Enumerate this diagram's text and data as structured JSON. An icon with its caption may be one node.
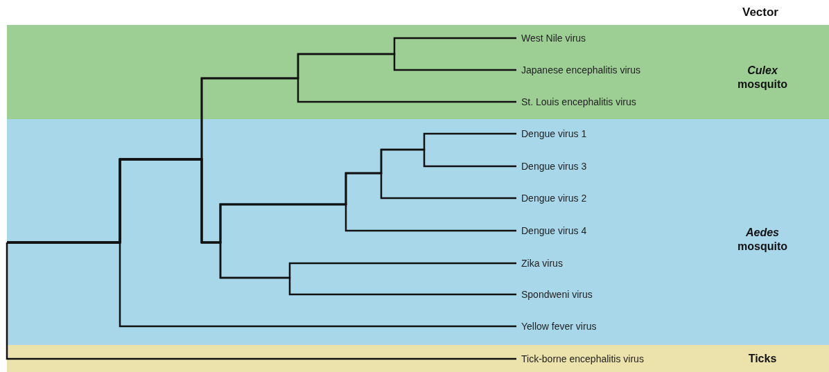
{
  "diagram": {
    "nodes": [
      {
        "text": [
          "West Nile virus"
        ]
      },
      {
        "text": [
          "Japanese encephalitis virus"
        ]
      },
      {
        "text": [
          "St. Louis encephalitis virus"
        ]
      },
      {
        "text": [
          "Dengue virus 1"
        ]
      },
      {
        "text": [
          "Dengue virus 3"
        ]
      },
      {
        "text": [
          "Dengue virus 2"
        ]
      },
      {
        "text": [
          "Dengue virus 4"
        ]
      },
      {
        "text": [
          "Zika virus"
        ]
      },
      {
        "text": [
          "Spondweni virus"
        ]
      },
      {
        "text": [
          "Yellow fever virus"
        ]
      },
      {
        "text": [
          "Tick-borne encephalitis virus"
        ]
      }
    ],
    "edges": [
      {
        "from": null,
        "to": 0,
        "arrow": "none"
      },
      {
        "from": null,
        "to": 1,
        "arrow": "none"
      },
      {
        "from": null,
        "to": 2,
        "arrow": "none"
      },
      {
        "from": null,
        "to": 3,
        "arrow": "none"
      },
      {
        "from": null,
        "to": 4,
        "arrow": "none"
      },
      {
        "from": null,
        "to": 5,
        "arrow": "none"
      },
      {
        "from": null,
        "to": 6,
        "arrow": "none"
      },
      {
        "from": null,
        "to": 7,
        "arrow": "none"
      },
      {
        "from": null,
        "to": 8,
        "arrow": "none"
      },
      {
        "from": null,
        "to": 9,
        "arrow": "none"
      },
      {
        "from": null,
        "to": 10,
        "arrow": "none"
      }
    ],
    "labels": [
      "Vector",
      "*Culex* mosquito",
      "*Aedes* mosquito",
      "Ticks"
    ]
  }
}
